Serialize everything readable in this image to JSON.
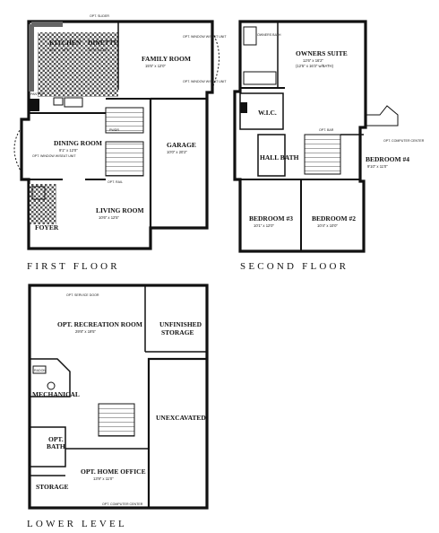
{
  "floors": {
    "first": {
      "title": "FIRST FLOOR",
      "rooms": {
        "kitchen": {
          "name": "KITCHEN",
          "dim": "18'1\" x 10'4\""
        },
        "dinette": {
          "name": "DINETTE",
          "dim": "10'6\" x 12'6\""
        },
        "family": {
          "name": "FAMILY ROOM",
          "dim": "15'5\" x 12'0\""
        },
        "dining": {
          "name": "DINING ROOM",
          "dim": "9'1\" x 12'0\""
        },
        "garage": {
          "name": "GARAGE",
          "dim": "10'0\" x 20'2\""
        },
        "living": {
          "name": "LIVING ROOM",
          "dim": "10'6\" x 12'5\""
        },
        "foyer": {
          "name": "FOYER"
        },
        "pantry": {
          "name": "PANTRY"
        },
        "pwdr": {
          "name": "PWDR"
        }
      },
      "notes": {
        "opt_top": "OPT. SLIDER",
        "opt_window_1": "OPT. WINDOW W/SEAT UNIT",
        "opt_window_2": "OPT. WINDOW W/SEAT UNIT",
        "opt_window_dining": "OPT. WINDOW W/SEAT UNIT",
        "opt_rail": "OPT. RAIL"
      }
    },
    "second": {
      "title": "SECOND FLOOR",
      "rooms": {
        "owners": {
          "name": "OWNERS SUITE",
          "dim": "12'6\" x 16'2\"",
          "dim2": "(12'5\" x 16'3\" w/BATH)"
        },
        "owners_bath": {
          "name": "OWNERS BATH"
        },
        "wic": {
          "name": "W.I.C."
        },
        "hall_bath": {
          "name": "HALL BATH"
        },
        "bed2": {
          "name": "BEDROOM #2",
          "dim": "10'4\" x 10'0\""
        },
        "bed3": {
          "name": "BEDROOM #3",
          "dim": "10'1\" x 12'0\""
        },
        "bed4": {
          "name": "BEDROOM #4",
          "dim": "9'10\" x 11'0\""
        }
      },
      "notes": {
        "opt_computer": "OPT. COMPUTER CENTER",
        "opt_bar": "OPT. BAR"
      }
    },
    "lower": {
      "title": "LOWER LEVEL",
      "rooms": {
        "rec": {
          "name": "OPT. RECREATION ROOM",
          "dim": "29'8\" x 19'5\""
        },
        "storage1": {
          "name": "UNFINISHED",
          "name2": "STORAGE"
        },
        "mechanical": {
          "name": "MECHANICAL"
        },
        "unexcavated": {
          "name": "UNEXCAVATED"
        },
        "opt_bath": {
          "name": "OPT.",
          "name2": "BATH"
        },
        "office": {
          "name": "OPT. HOME OFFICE",
          "dim": "13'9\" x 11'0\""
        },
        "storage2": {
          "name": "STORAGE"
        }
      },
      "notes": {
        "opt_service": "OPT. SERVICE DOOR",
        "opt_computer": "OPT. COMPUTER CENTER",
        "radon": "RADON"
      }
    }
  }
}
